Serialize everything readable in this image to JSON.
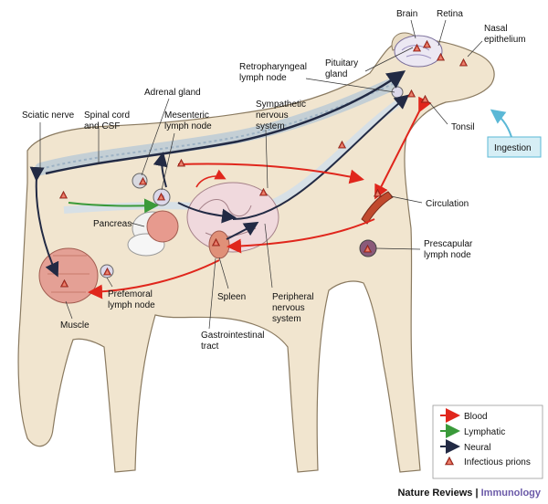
{
  "labels": {
    "brain": "Brain",
    "retina": "Retina",
    "nasal1": "Nasal",
    "nasal2": "epithelium",
    "pituitary1": "Pituitary",
    "pituitary2": "gland",
    "retro1": "Retropharyngeal",
    "retro2": "lymph node",
    "adrenal": "Adrenal gland",
    "sciatic": "Sciatic nerve",
    "spinal1": "Spinal cord",
    "spinal2": "and CSF",
    "mesenteric1": "Mesenteric",
    "mesenteric2": "lymph node",
    "sympathetic1": "Sympathetic",
    "sympathetic2": "nervous",
    "sympathetic3": "system",
    "tonsil": "Tonsil",
    "ingestion": "Ingestion",
    "pancreas": "Pancreas",
    "circulation": "Circulation",
    "prescapular1": "Prescapular",
    "prescapular2": "lymph node",
    "prefemoral1": "Prefemoral",
    "prefemoral2": "lymph node",
    "spleen": "Spleen",
    "peripheral1": "Peripheral",
    "peripheral2": "nervous",
    "peripheral3": "system",
    "muscle": "Muscle",
    "gi1": "Gastrointestinal",
    "gi2": "tract"
  },
  "legend": {
    "blood": "Blood",
    "lymphatic": "Lymphatic",
    "neural": "Neural",
    "prions": "Infectious prions",
    "colors": {
      "blood": "#e0261c",
      "lymphatic": "#3a9a3a",
      "neural": "#222a44",
      "prion": "#c0392b"
    }
  },
  "credit": {
    "journal": "Nature Reviews",
    "separator": " | ",
    "section": "Immunology"
  }
}
